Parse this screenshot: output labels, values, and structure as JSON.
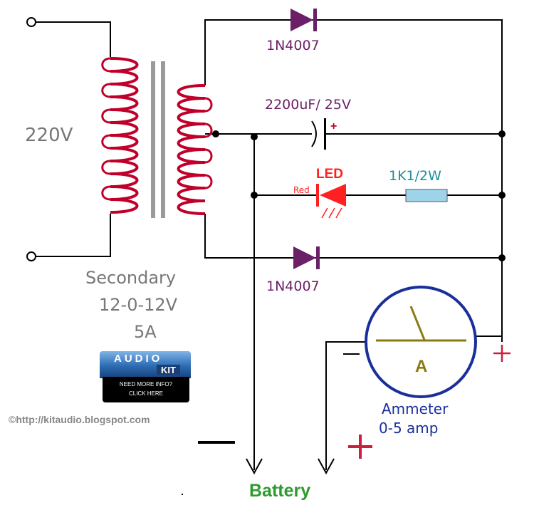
{
  "diagram": {
    "mains_voltage": "220V",
    "transformer": {
      "line1": "Secondary",
      "line2": "12-0-12V",
      "line3": "5A"
    },
    "diode_top": "1N4007",
    "diode_bottom": "1N4007",
    "capacitor": "2200uF/ 25V",
    "capacitor_polarity": "+",
    "led": {
      "label": "LED",
      "color_label": "Red"
    },
    "resistor": "1K1/2W",
    "ammeter": {
      "symbol": "A",
      "label1": "Ammeter",
      "label2": "0-5 amp",
      "minus": "–",
      "plus": "+"
    },
    "battery": {
      "label": "Battery",
      "minus": "—",
      "plus": "+"
    },
    "copyright": "©http://kitaudio.blogspot.com"
  },
  "badge": {
    "title": "AUDIO",
    "kit": "KIT",
    "line1": "NEED MORE INFO?",
    "line2": "CLICK HERE"
  },
  "colors": {
    "wire": "#000000",
    "coil": "#c0002a",
    "diode": "#6b1f66",
    "led": "#ff2020",
    "resistor_text": "#1e8ea0",
    "resistor_fill": "#9fd3ea",
    "battery_label": "#2e9a2e",
    "ammeter_text": "#1b2f9a",
    "plus_red": "#cc1f3a",
    "needle": "#8a7a10"
  }
}
